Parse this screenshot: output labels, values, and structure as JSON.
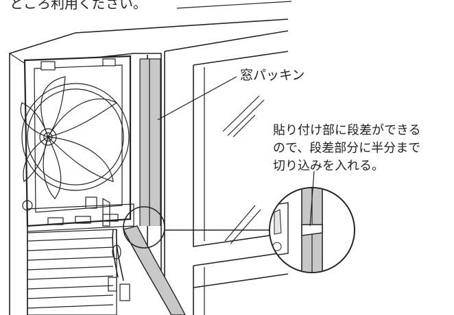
{
  "header": {
    "partial_text": "ところ利用ください。"
  },
  "labels": {
    "window_packing": "窓パッキン",
    "note_line_1": "貼り付け部に段差ができる",
    "note_line_2": "ので、段差部分に半分まで",
    "note_line_3": "切り込みを入れる。"
  }
}
